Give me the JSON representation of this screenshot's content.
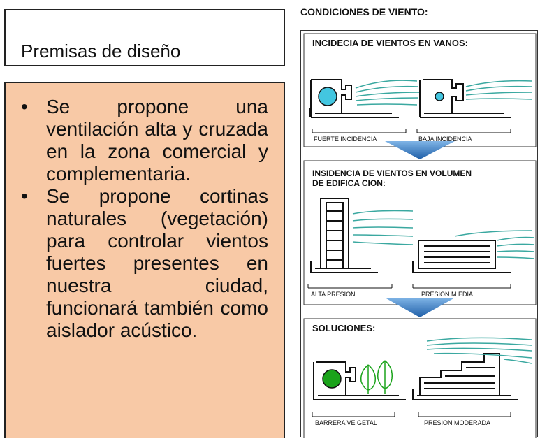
{
  "left": {
    "title": "Premisas de diseño",
    "bullets": [
      "Se propone una ventilación alta y cruzada en la zona comercial y complementaria.",
      "Se propone cortinas naturales (vegetación) para controlar vientos fuertes presentes en nuestra ciudad, funcionará también como aislador acústico."
    ],
    "box_color": "#f8c9a6"
  },
  "right": {
    "header": "CONDICIONES DE VIENTO:",
    "sections": [
      {
        "heading": "INCIDECIA DE VIENTOS EN VANOS:",
        "captions": [
          "FUERTE INCIDENCIA",
          "BAJA INCIDENCIA"
        ]
      },
      {
        "heading_line1": "INSIDENCIA DE VIENTOS EN VOLUMEN",
        "heading_line2": "DE EDIFICA CION:",
        "captions": [
          "ALTA PRESION",
          "PRESION M EDIA"
        ]
      },
      {
        "heading": "SOLUCIONES:",
        "captions": [
          "BARRERA VE GETAL",
          "PRESION MODERADA"
        ]
      }
    ],
    "wind_color": "#3aa8a0",
    "arrow_color": "#2f7fc1",
    "tree_color": "#1aa31a",
    "window_color": "#43c6e0"
  }
}
